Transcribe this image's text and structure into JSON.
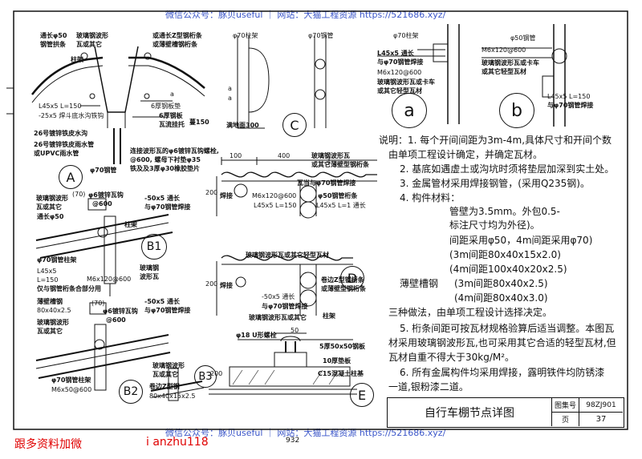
{
  "watermark": {
    "top": "微信公众号：豚贝useful ｜ 网站：大猫工程资源 https://521686.xyz/",
    "bottom": "微信公众号：豚贝useful ｜ 网站：大猫工程资源 https://521686.xyz/"
  },
  "footer": {
    "left_red": "跟多资料加微",
    "mid_red": "i anzhu118",
    "page_num": "932"
  },
  "title_block": {
    "title": "自行车棚节点详图",
    "atlas_label": "图集号",
    "atlas_no": "98ZJ901",
    "page_label": "页",
    "page_no": "37"
  },
  "detail_A": {
    "marker": "A",
    "labels": [
      "通长φ50",
      "钢管拱条",
      "玻璃钢波形",
      "瓦或其它",
      "或通长Z型钢桁条",
      "或薄壁槽钢桁条",
      "柱架",
      "L45x5 L=150",
      "-25x5 焊斗底水沟铁钩",
      "6厚钢板",
      "6厚钢板垫",
      "蔓150",
      "瓦流挂托",
      "26号镀锌铁皮水沟",
      "26号镀锌铁皮雨水管",
      "或UPVC雨水管",
      "φ70钢管",
      "连接波形瓦的φ6镀锌瓦钩螺栓,",
      "@600, 螺母下衬垫φ35",
      "铁及及3厚φ30橡胶垫片",
      "a"
    ]
  },
  "detail_B1": {
    "marker": "B1",
    "labels": [
      "φ6镀锌瓦钩",
      "@600",
      "-50x5 通长",
      "与φ70钢管焊接",
      "玻璃钢波形",
      "瓦或其它",
      "(70)",
      "通长φ50",
      "柱架",
      "φ70钢管柱架",
      "L45x5",
      "L=150",
      "仅与钢管桁条合部分用",
      "M6x120@600",
      "玻璃钢",
      "波形瓦"
    ]
  },
  "detail_B2": {
    "marker": "B2",
    "labels": [
      "薄壁槽钢",
      "80x40x2.5",
      "玻璃钢波形",
      "瓦或其它",
      "φ6镀锌瓦钩",
      "@600",
      "-50x5 通长",
      "与φ70钢管焊接",
      "(70)",
      "φ70钢管柱架",
      "M6x50@600"
    ]
  },
  "detail_B3": {
    "marker": "B3",
    "labels": [
      "卷边Z型钢",
      "80x40x15x2.5",
      "玻璃钢波形",
      "瓦或其它"
    ]
  },
  "detail_C": {
    "marker": "C",
    "labels": [
      "φ70柱架",
      "φ70钢管",
      "a",
      "a",
      "满地面300"
    ]
  },
  "detail_D": {
    "marker": "D",
    "labels": [
      "100",
      "400",
      "200",
      "焊接",
      "M6x120@600",
      "L45x5 L=150",
      "玻璃钢波形瓦",
      "或其它薄壁型钢桁条",
      "φ50钢管桁条",
      "瓦当与φ70钢管焊接",
      "L45x5 L=1 通长",
      "玻璃钢波形瓦或其它轻型瓦材",
      "卷边Z型钢桁条",
      "或薄壁型钢桁条",
      "200",
      "焊接",
      "-50x5 通长",
      "与φ70钢管焊接",
      "玻璃钢波形瓦或其它",
      "柱架"
    ]
  },
  "detail_E": {
    "marker": "E",
    "labels": [
      "φ18 U形螺栓",
      "50",
      "5厚50x50钢板",
      "10厚垫板",
      "C15混凝土柱基",
      "200"
    ]
  },
  "detail_a": {
    "marker": "a",
    "labels": [
      "φ70柱架",
      "L45x5 通长",
      "与φ70钢管焊接",
      "M6x120@600",
      "玻璃钢波形瓦或卡车",
      "或其它轻型瓦材"
    ]
  },
  "detail_b": {
    "marker": "b",
    "labels": [
      "φ50钢管",
      "M6x120@600",
      "玻璃钢波形瓦或卡车",
      "或其它轻型瓦材",
      "L45x5 L=150",
      "与φ70钢管焊接"
    ]
  },
  "notes": [
    "说明：1. 每个开间间距为3m-4m,具体尺寸和开间个数",
    "由单项工程设计确定，并确定瓦材。",
    "2. 基底如遇虚土或沟坑时须将垫层加深到实土处。",
    "3. 金属管材采用焊接钢管，(采用Q235钢)。",
    "4. 构件材料：",
    "管壁为3.5mm。外包0.5-",
    "标注尺寸均为外径)。",
    "间距采用φ50，4m间距采用φ70)",
    "(3m间距80x40x15x2.0)",
    "(4m间距100x40x20x2.5)",
    "薄壁槽钢",
    "(3m间距80x40x2.5)",
    "(4m间距80x40x3.0)",
    "三种做法，由单项工程设计选择决定。",
    "5. 桁条间距可按瓦材规格验算后适当调整。本图瓦",
    "材采用玻璃钢波形瓦,也可采用其它合适的轻型瓦材,但",
    "瓦材自重不得大于30kg/M²。",
    "6. 所有金属构件均采用焊接，露明铁件均防锈漆",
    "一道,银粉漆二道。"
  ]
}
